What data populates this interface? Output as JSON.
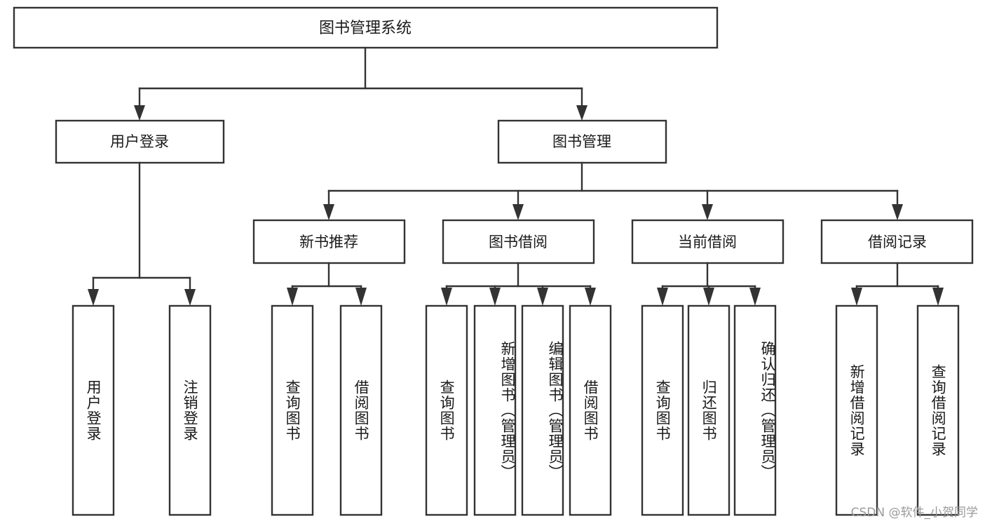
{
  "diagram": {
    "type": "tree-hierarchy",
    "title_node": {
      "label": "图书管理系统"
    },
    "level2": [
      {
        "id": "user-login",
        "label": "用户登录"
      },
      {
        "id": "book-management",
        "label": "图书管理"
      }
    ],
    "level3": [
      {
        "id": "new-book-recommend",
        "label": "新书推荐",
        "parent": "book-management"
      },
      {
        "id": "book-borrow",
        "label": "图书借阅",
        "parent": "book-management"
      },
      {
        "id": "current-borrow",
        "label": "当前借阅",
        "parent": "book-management"
      },
      {
        "id": "borrow-record",
        "label": "借阅记录",
        "parent": "book-management"
      }
    ],
    "leaves": {
      "user-login": [
        {
          "id": "leaf-user-login",
          "label": "用户登录"
        },
        {
          "id": "leaf-logout-login",
          "label": "注销登录"
        }
      ],
      "new-book-recommend": [
        {
          "id": "leaf-query-book-1",
          "label": "查询图书"
        },
        {
          "id": "leaf-borrow-book-1",
          "label": "借阅图书"
        }
      ],
      "book-borrow": [
        {
          "id": "leaf-query-book-2",
          "label": "查询图书"
        },
        {
          "id": "leaf-add-book",
          "label": "新增图书（管理员）"
        },
        {
          "id": "leaf-edit-book",
          "label": "编辑图书（管理员）"
        },
        {
          "id": "leaf-borrow-book-2",
          "label": "借阅图书"
        }
      ],
      "current-borrow": [
        {
          "id": "leaf-query-book-3",
          "label": "查询图书"
        },
        {
          "id": "leaf-return-book",
          "label": "归还图书"
        },
        {
          "id": "leaf-confirm-return",
          "label": "确认归还（管理员）"
        }
      ],
      "borrow-record": [
        {
          "id": "leaf-add-record",
          "label": "新增借阅记录"
        },
        {
          "id": "leaf-query-record",
          "label": "查询借阅记录"
        }
      ]
    },
    "colors": {
      "box_stroke": "#333333",
      "box_fill": "#ffffff",
      "connector": "#333333",
      "text": "#1a1a1a",
      "watermark": "#9a9a9a",
      "background": "#ffffff"
    }
  },
  "watermark": {
    "text": "CSDN @软件_小贺同学"
  }
}
